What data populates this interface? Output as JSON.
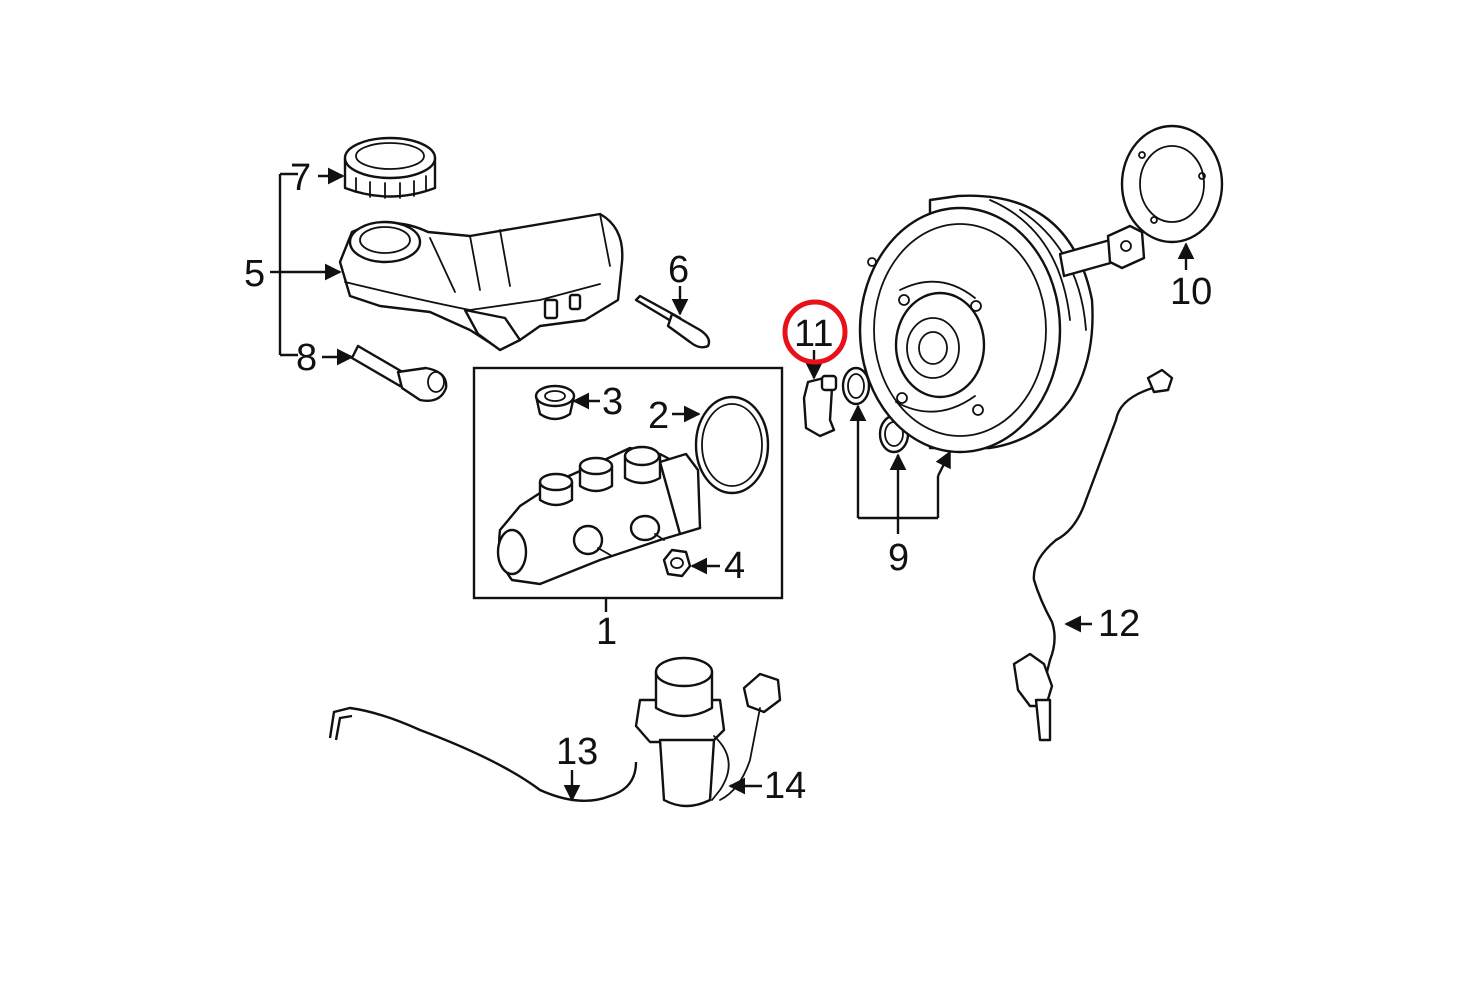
{
  "callouts": {
    "c1": "1",
    "c2": "2",
    "c3": "3",
    "c4": "4",
    "c5": "5",
    "c6": "6",
    "c7": "7",
    "c8": "8",
    "c9": "9",
    "c10": "10",
    "c11": "11",
    "c12": "12",
    "c13": "13",
    "c14": "14"
  },
  "highlight": {
    "callout": "11",
    "color": "#e8111a"
  },
  "colors": {
    "line": "#111111",
    "background": "#ffffff"
  }
}
